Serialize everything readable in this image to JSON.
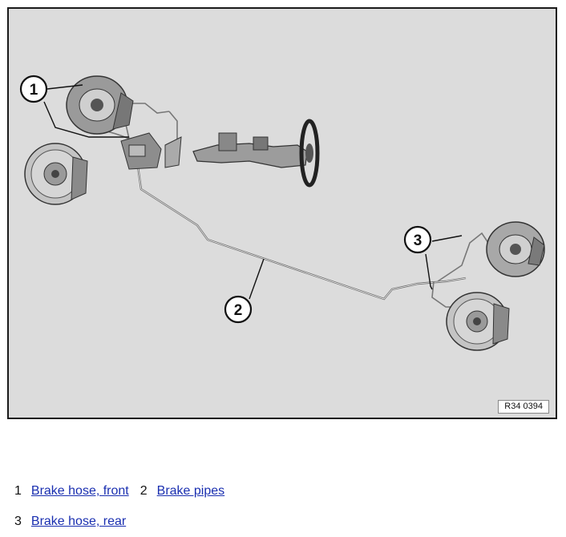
{
  "figure": {
    "callouts": [
      "1",
      "2",
      "3"
    ],
    "reference_code": "R34 0394",
    "colors": {
      "background": "#dcdcdc",
      "border": "#1a1a1a",
      "link": "#1a2fb0"
    }
  },
  "legend": [
    {
      "number": "1",
      "label": "Brake hose, front"
    },
    {
      "number": "2",
      "label": "Brake pipes"
    },
    {
      "number": "3",
      "label": "Brake hose, rear"
    }
  ]
}
